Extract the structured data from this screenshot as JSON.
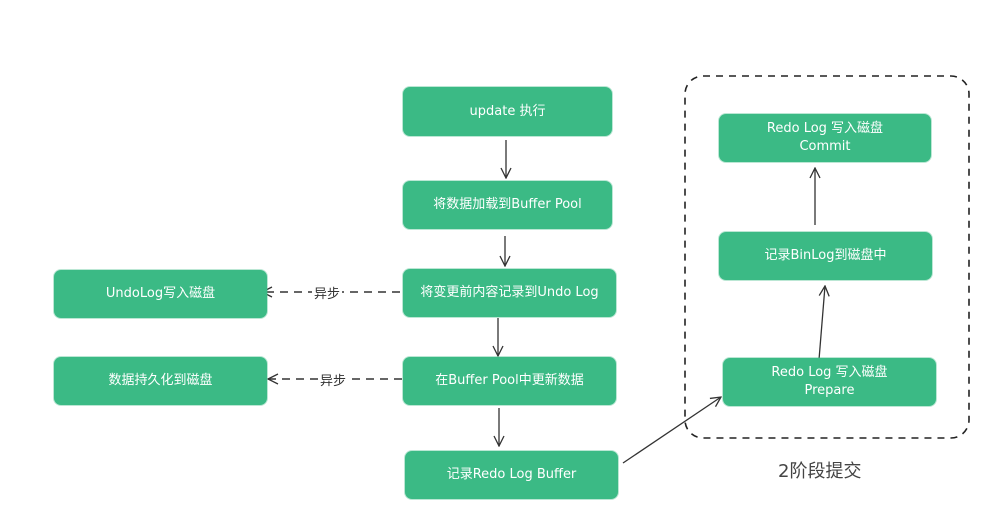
{
  "nodes": {
    "update": "update 执行",
    "load": "将数据加载到Buffer Pool",
    "undo_record": "将变更前内容记录到Undo Log",
    "undo_disk": "UndoLog写入磁盘",
    "buffer_update": "在Buffer Pool中更新数据",
    "persist": "数据持久化到磁盘",
    "redo_buffer": "记录Redo Log Buffer",
    "redo_commit": {
      "line1": "Redo Log 写入磁盘",
      "line2": "Commit"
    },
    "binlog": "记录BinLog到磁盘中",
    "redo_prepare": {
      "line1": "Redo Log 写入磁盘",
      "line2": "Prepare"
    }
  },
  "edge_labels": {
    "async1": "异步",
    "async2": "异步"
  },
  "group": {
    "caption": "2阶段提交"
  },
  "colors": {
    "node_fill": "#3bba85",
    "node_text": "#ffffff",
    "edge": "#333333"
  }
}
